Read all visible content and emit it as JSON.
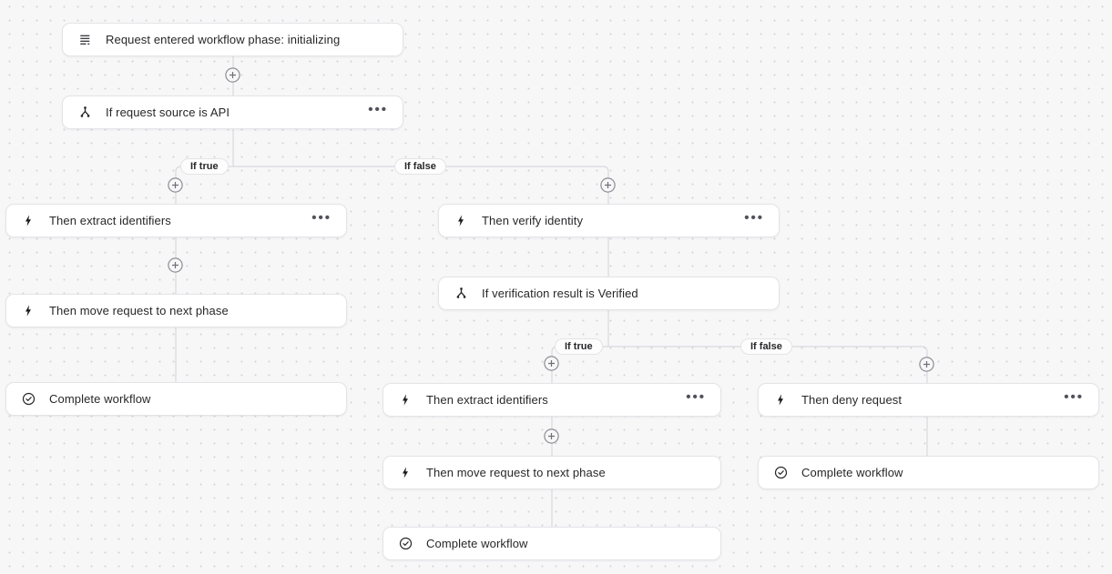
{
  "canvas": {
    "background_color": "#f7f7f8",
    "dot_color": "#d4d4d8",
    "connector_color": "#d9d9dd",
    "node_border_color": "#e4e4e7",
    "text_color": "#27272a"
  },
  "nodes": [
    {
      "id": "trigger",
      "icon": "log-lines-icon",
      "label": "Request entered workflow phase: initializing",
      "has_menu": false
    },
    {
      "id": "condition-source",
      "icon": "branch-split-icon",
      "label": "If request source is API",
      "has_menu": true
    },
    {
      "id": "extract-left",
      "icon": "bolt-icon",
      "label": "Then extract identifiers",
      "has_menu": true
    },
    {
      "id": "move-left",
      "icon": "bolt-icon",
      "label": "Then move request to next phase",
      "has_menu": false
    },
    {
      "id": "complete-left",
      "icon": "check-circle-icon",
      "label": "Complete workflow",
      "has_menu": false
    },
    {
      "id": "verify-identity",
      "icon": "bolt-icon",
      "label": "Then verify identity",
      "has_menu": true
    },
    {
      "id": "condition-verified",
      "icon": "branch-split-icon",
      "label": "If verification result is Verified",
      "has_menu": false
    },
    {
      "id": "extract-center",
      "icon": "bolt-icon",
      "label": "Then extract identifiers",
      "has_menu": true
    },
    {
      "id": "move-center",
      "icon": "bolt-icon",
      "label": "Then move request to next phase",
      "has_menu": false
    },
    {
      "id": "complete-center",
      "icon": "check-circle-icon",
      "label": "Complete workflow",
      "has_menu": false
    },
    {
      "id": "deny-request",
      "icon": "bolt-icon",
      "label": "Then deny request",
      "has_menu": true
    },
    {
      "id": "complete-right",
      "icon": "check-circle-icon",
      "label": "Complete workflow",
      "has_menu": false
    }
  ],
  "branches": [
    {
      "true_label": "If true",
      "false_label": "If false"
    },
    {
      "true_label": "If true",
      "false_label": "If false"
    }
  ],
  "icons": {
    "more": "•••"
  }
}
